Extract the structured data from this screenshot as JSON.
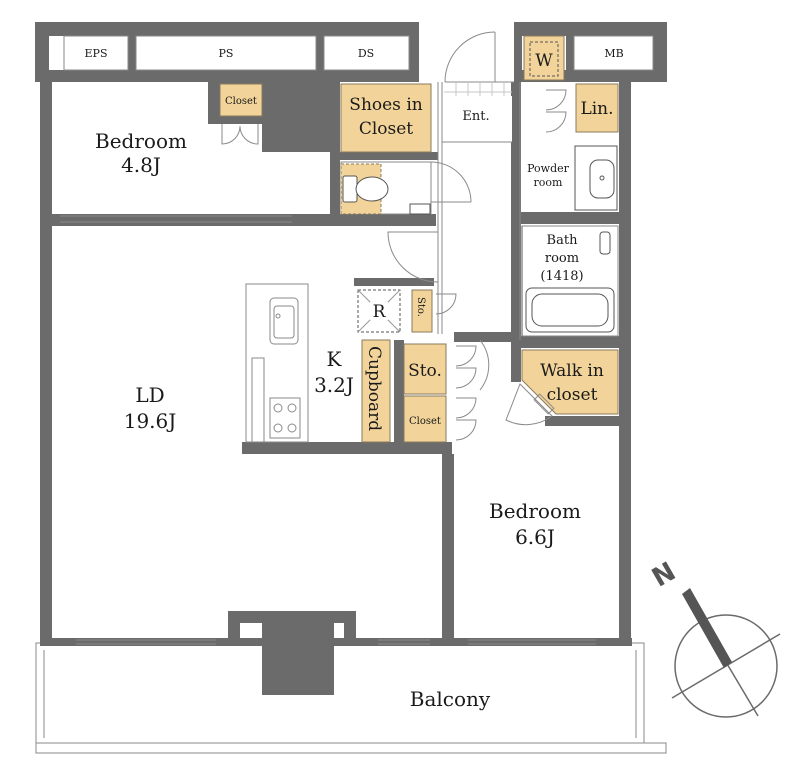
{
  "colors": {
    "wall": "#6b6b6b",
    "storage": "#f2d49a",
    "storage_stroke": "#8a7a5a",
    "line": "#8a8a8a",
    "background": "#ffffff"
  },
  "rooms": {
    "eps": "EPS",
    "ps": "PS",
    "ds": "DS",
    "mb": "MB",
    "w": "W",
    "bedroom1_name": "Bedroom",
    "bedroom1_size": "4.8J",
    "closet_small": "Closet",
    "shoes_line1": "Shoes in",
    "shoes_line2": "Closet",
    "entrance": "Ent.",
    "linen": "Lin.",
    "powder_line1": "Powder",
    "powder_line2": "room",
    "bath_line1": "Bath",
    "bath_line2": "room",
    "bath_line3": "(1418)",
    "refrigerator": "R",
    "sto_small": "Sto.",
    "kitchen_name": "K",
    "kitchen_size": "3.2J",
    "cupboard": "Cupboard",
    "sto": "Sto.",
    "closet2": "Closet",
    "walkin_line1": "Walk in",
    "walkin_line2": "closet",
    "ld_name": "LD",
    "ld_size": "19.6J",
    "bedroom2_name": "Bedroom",
    "bedroom2_size": "6.6J",
    "balcony": "Balcony"
  },
  "compass": {
    "north": "N"
  }
}
